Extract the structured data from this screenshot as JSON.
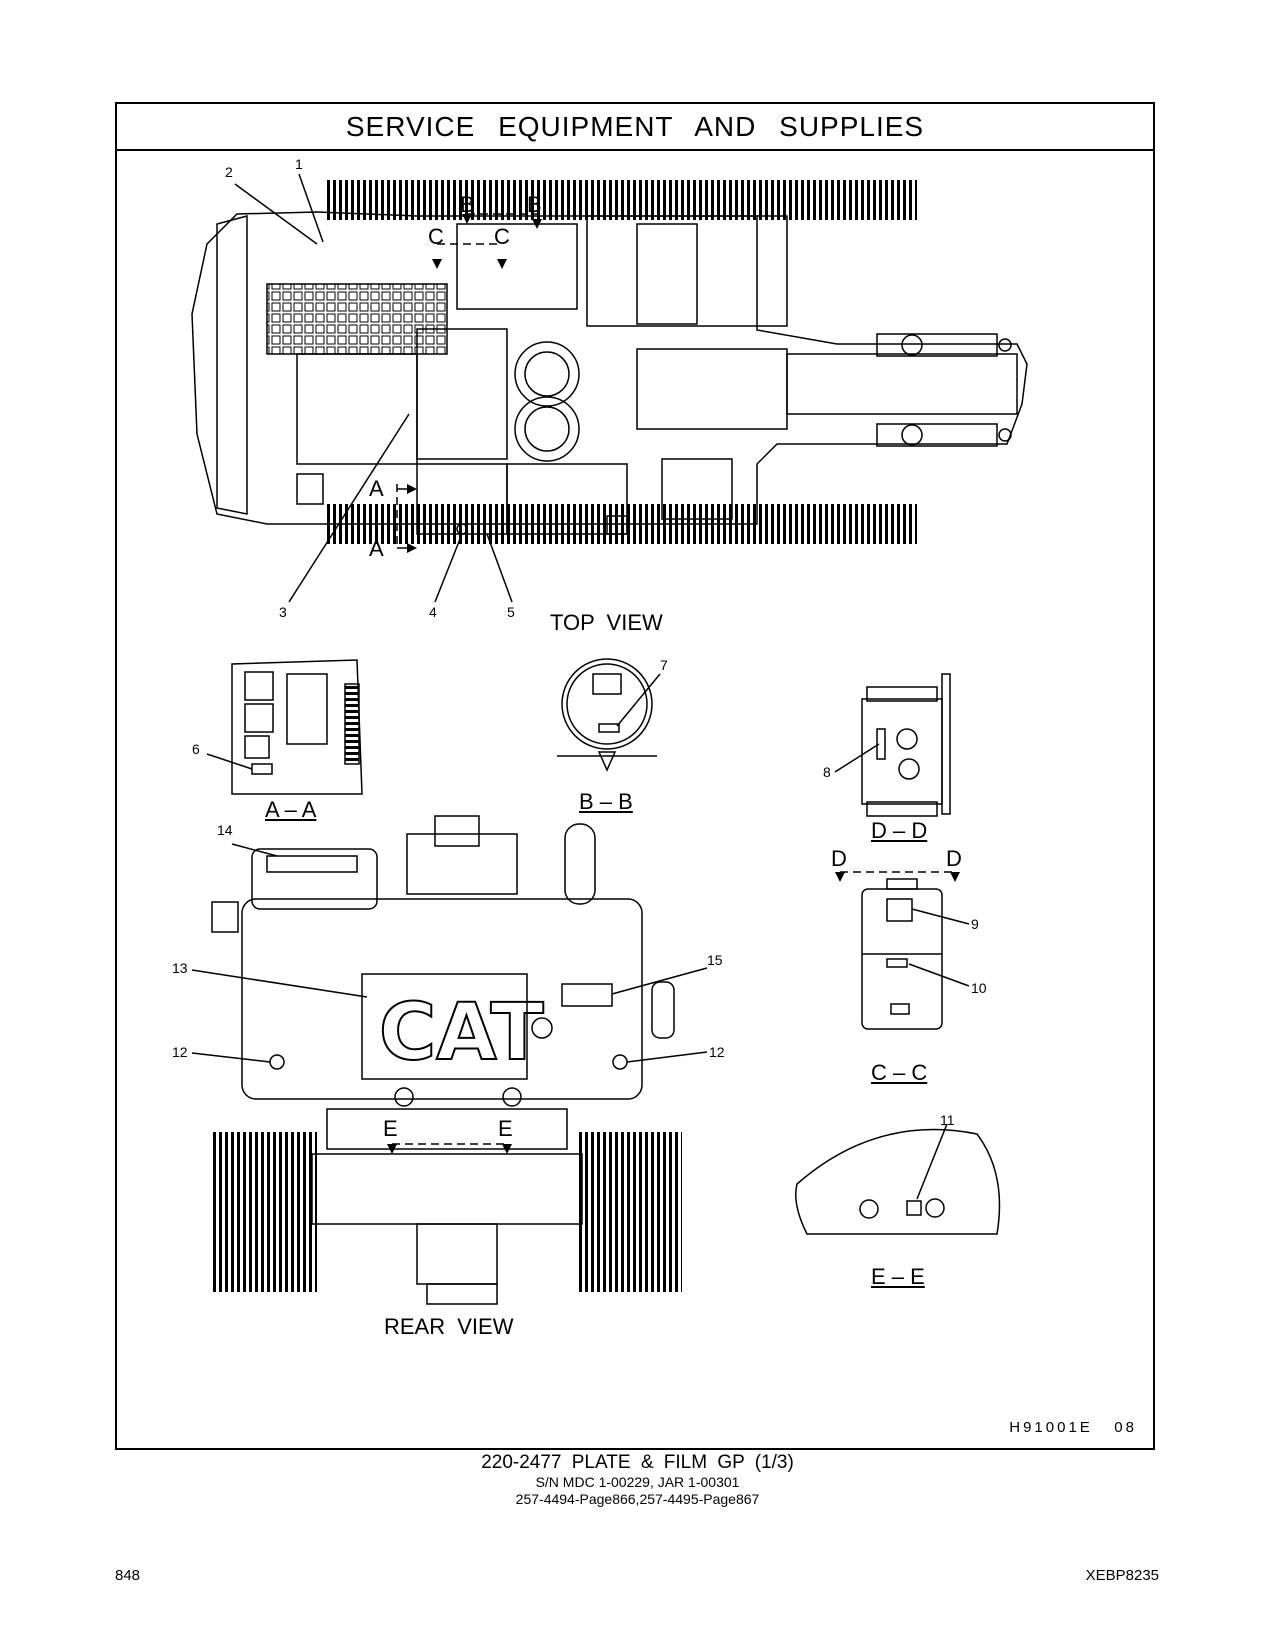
{
  "header": {
    "title": "SERVICE EQUIPMENT AND SUPPLIES"
  },
  "views": {
    "top": "TOP VIEW",
    "rear": "REAR VIEW",
    "aa": "A – A",
    "bb": "B – B",
    "cc": "C – C",
    "dd": "D – D",
    "ee": "E – E"
  },
  "cut_letters": {
    "a": "A",
    "b": "B",
    "c": "C",
    "d": "D",
    "e": "E"
  },
  "callouts": [
    "1",
    "2",
    "3",
    "4",
    "5",
    "6",
    "7",
    "8",
    "9",
    "10",
    "11",
    "12",
    "13",
    "14",
    "15"
  ],
  "drawing_code": "H91001E   08",
  "caption": {
    "line1": "220-2477  PLATE & FILM GP (1/3)",
    "line2": "S/N MDC 1-00229, JAR 1-00301",
    "line3": "257-4494-Page866,257-4495-Page867"
  },
  "footer": {
    "page_number": "848",
    "doc_id": "XEBP8235"
  }
}
